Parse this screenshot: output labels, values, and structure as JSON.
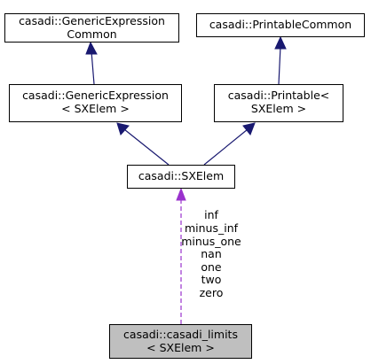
{
  "nodes": {
    "generic_expression_common": {
      "line1": "casadi::GenericExpression",
      "line2": "Common"
    },
    "printable_common": {
      "line1": "casadi::PrintableCommon"
    },
    "generic_expression": {
      "line1": "casadi::GenericExpression",
      "line2": "< SXElem >"
    },
    "printable": {
      "line1": "casadi::Printable<",
      "line2": "SXElem >"
    },
    "sxelem": {
      "line1": "casadi::SXElem"
    },
    "casadi_limits": {
      "line1": "casadi::casadi_limits",
      "line2": "< SXElem >"
    }
  },
  "usage_labels": [
    "inf",
    "minus_inf",
    "minus_one",
    "nan",
    "one",
    "two",
    "zero"
  ],
  "colors": {
    "inheritance_edge": "#191970",
    "usage_edge": "#9a32cd",
    "focus_node_fill": "#bfbfbf"
  }
}
